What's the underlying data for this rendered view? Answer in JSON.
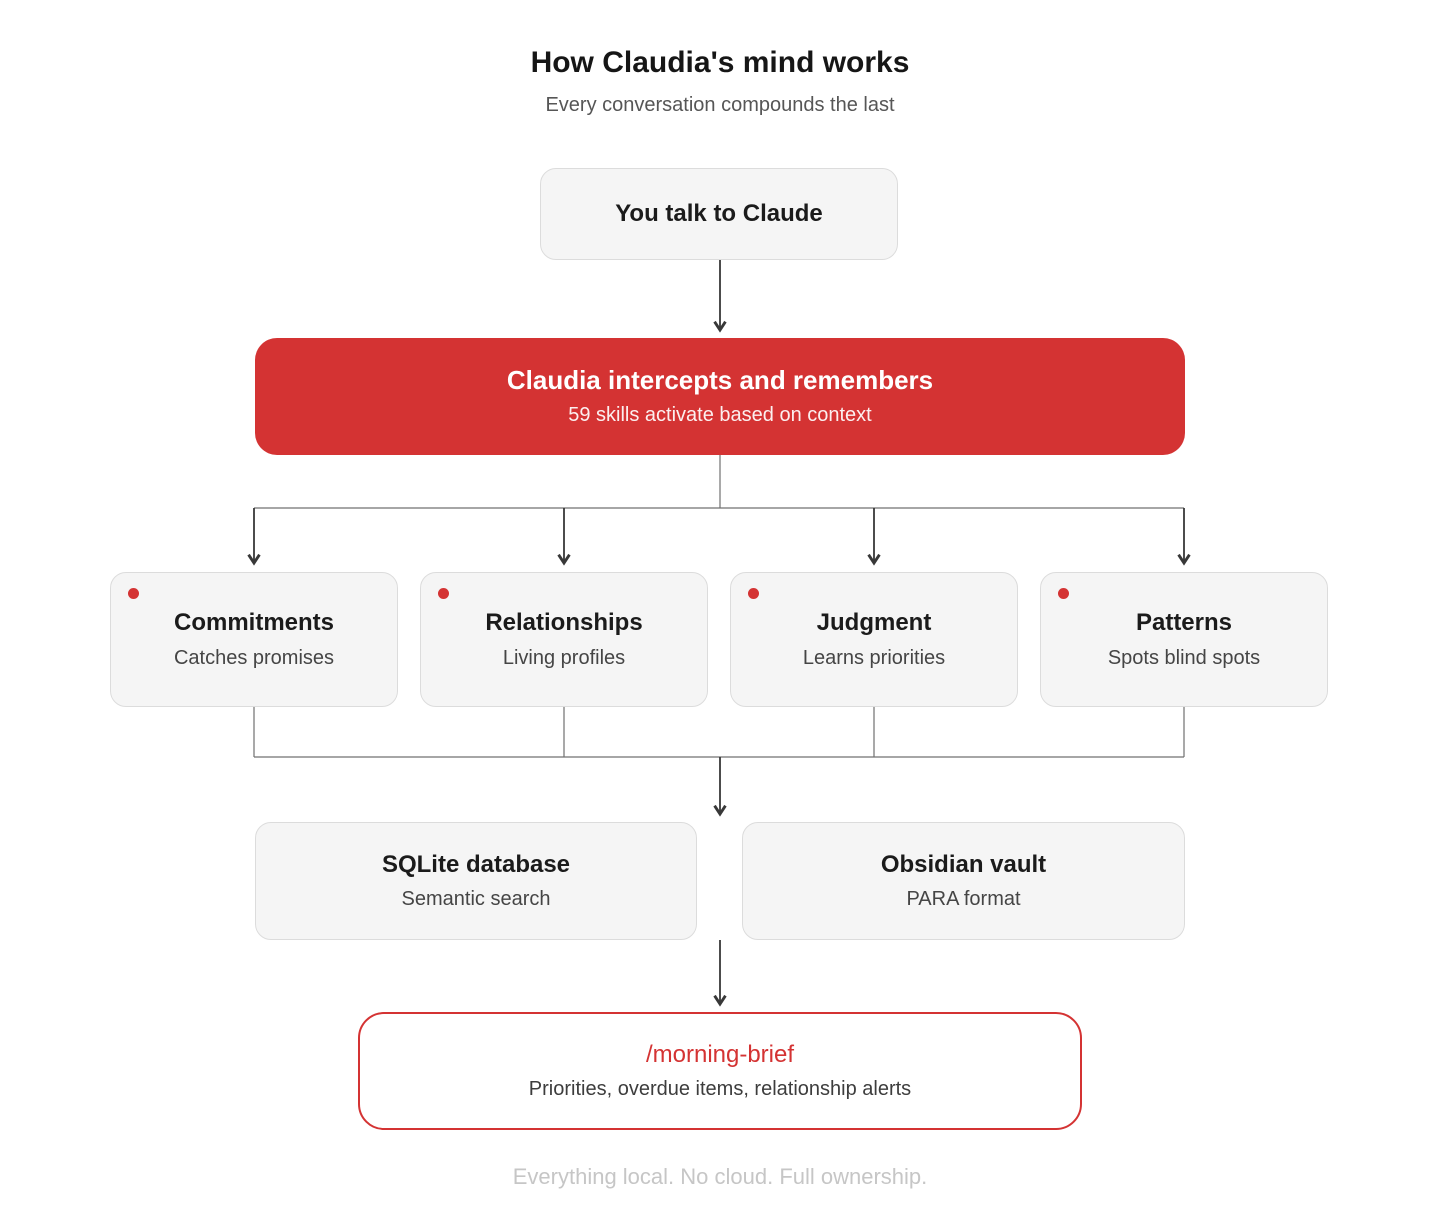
{
  "title": "How Claudia's mind works",
  "subtitle": "Every conversation compounds the last",
  "footer": "Everything local. No cloud. Full ownership.",
  "colors": {
    "accent_red": "#d43333",
    "box_fill": "#f5f5f5",
    "box_border": "#dcdcdc",
    "line_color": "#707070",
    "arrow_color": "#383838",
    "footer_color": "#c6c6c6"
  },
  "flow": {
    "input": {
      "label": "You talk to Claude"
    },
    "processor": {
      "title": "Claudia intercepts and remembers",
      "subtitle": "59 skills activate based on context"
    },
    "skills": [
      {
        "title": "Commitments",
        "subtitle": "Catches promises"
      },
      {
        "title": "Relationships",
        "subtitle": "Living profiles"
      },
      {
        "title": "Judgment",
        "subtitle": "Learns priorities"
      },
      {
        "title": "Patterns",
        "subtitle": "Spots blind spots"
      }
    ],
    "storage": [
      {
        "title": "SQLite database",
        "subtitle": "Semantic search"
      },
      {
        "title": "Obsidian vault",
        "subtitle": "PARA format"
      }
    ],
    "output": {
      "title": "/morning-brief",
      "subtitle": "Priorities, overdue items, relationship alerts"
    }
  }
}
